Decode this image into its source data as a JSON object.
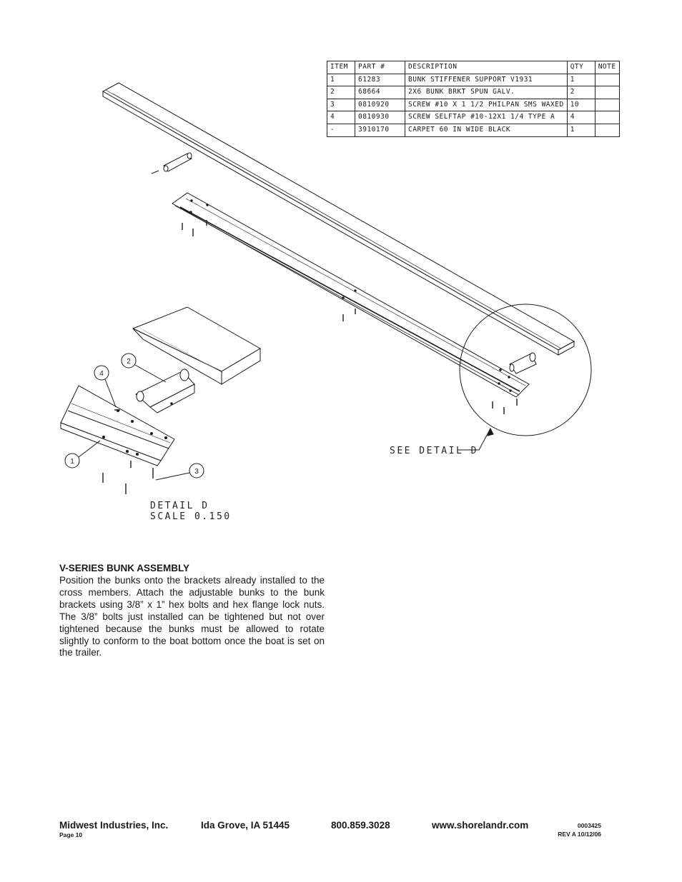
{
  "parts_table": {
    "headers": [
      "ITEM",
      "PART #",
      "DESCRIPTION",
      "QTY",
      "NOTE"
    ],
    "rows": [
      [
        "1",
        "61283",
        "BUNK STIFFENER SUPPORT V1931",
        "1",
        ""
      ],
      [
        "2",
        "68664",
        "2X6 BUNK BRKT SPUN GALV.",
        "2",
        ""
      ],
      [
        "3",
        "0810920",
        "SCREW #10 X 1 1/2 PHILPAN SMS WAXED",
        "10",
        ""
      ],
      [
        "4",
        "0810930",
        "SCREW SELFTAP #10-12X1 1/4 TYPE A",
        "4",
        ""
      ],
      [
        "-",
        "3910170",
        "CARPET 60 IN WIDE BLACK",
        "1",
        ""
      ]
    ]
  },
  "drawing": {
    "see_detail": "SEE DETAIL  D",
    "detail_label": "DETAIL  D",
    "detail_scale": "SCALE  0.150",
    "balloons": [
      "1",
      "2",
      "3",
      "4"
    ]
  },
  "section": {
    "title": "V-SERIES BUNK ASSEMBLY",
    "body": "Position the bunks onto the brackets already installed to the cross members. Attach the adjustable bunks to the bunk brackets using 3/8” x 1” hex bolts and hex flange lock nuts. The 3/8” bolts just installed can be tightened but not over tightened because the bunks must be allowed to rotate slightly to conform to the boat bottom once the boat is set on the trailer."
  },
  "footer": {
    "company": "Midwest Industries, Inc.",
    "city": "Ida Grove, IA  51445",
    "phone": "800.859.3028",
    "website": "www.shorelandr.com",
    "page": "Page 10",
    "doc_number": "0003425",
    "revision": "REV A  10/12/06"
  }
}
